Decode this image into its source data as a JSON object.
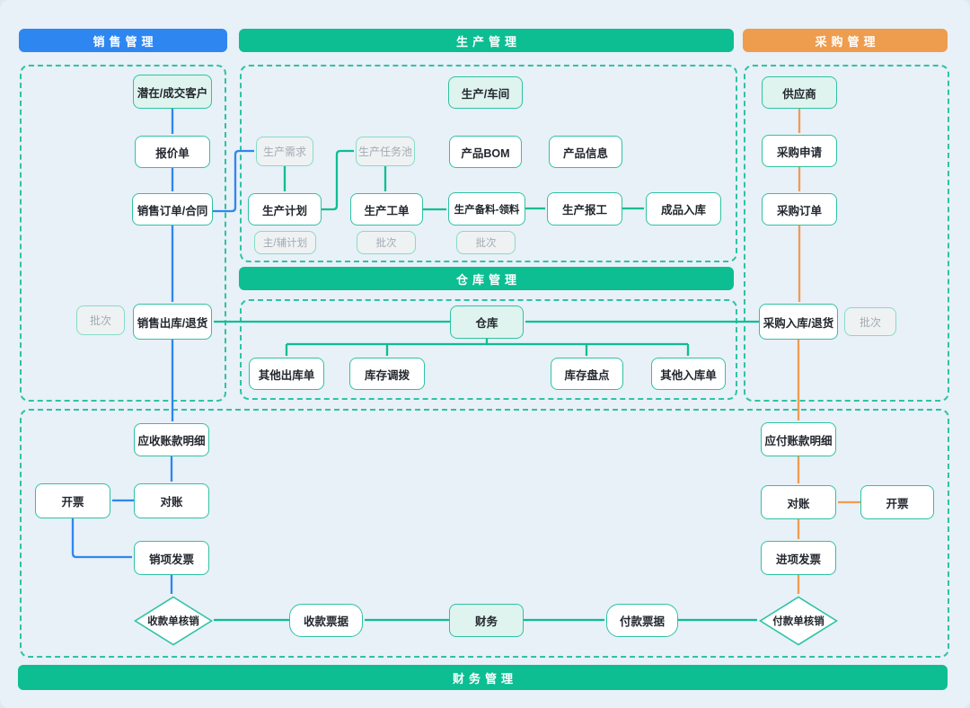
{
  "headers": {
    "sales": "销售管理",
    "production": "生产管理",
    "purchase": "采购管理",
    "warehouse": "仓库管理",
    "finance": "财务管理"
  },
  "colors": {
    "bg": "#E8F0F8",
    "blue": "#2E86F0",
    "green": "#0CBE92",
    "orange": "#EE9C4E",
    "orange_arrow": "#F09B51",
    "teal_border": "#2EC3A3",
    "mint_fill": "#DFF4EE"
  },
  "nodes": {
    "customer": {
      "label": "潜在/成交客户"
    },
    "quote": {
      "label": "报价单"
    },
    "sales_order": {
      "label": "销售订单/合同"
    },
    "batch_sales": {
      "label": "批次"
    },
    "sales_out": {
      "label": "销售出库/退货"
    },
    "workshop": {
      "label": "生产/车间"
    },
    "prod_demand": {
      "label": "生产需求"
    },
    "task_pool": {
      "label": "生产任务池"
    },
    "product_bom": {
      "label": "产品BOM"
    },
    "product_info": {
      "label": "产品信息"
    },
    "prod_plan": {
      "label": "生产计划"
    },
    "work_order": {
      "label": "生产工单"
    },
    "material_prep": {
      "label": "生产备料-领料"
    },
    "prod_report": {
      "label": "生产报工"
    },
    "finished_in": {
      "label": "成品入库"
    },
    "main_aux_plan": {
      "label": "主/辅计划"
    },
    "batch_workorder": {
      "label": "批次"
    },
    "batch_material": {
      "label": "批次"
    },
    "warehouse": {
      "label": "仓库"
    },
    "other_out": {
      "label": "其他出库单"
    },
    "stock_transfer": {
      "label": "库存调拨"
    },
    "stock_check": {
      "label": "库存盘点"
    },
    "other_in": {
      "label": "其他入库单"
    },
    "supplier": {
      "label": "供应商"
    },
    "purchase_request": {
      "label": "采购申请"
    },
    "purchase_order": {
      "label": "采购订单"
    },
    "purchase_in": {
      "label": "采购入库/退货"
    },
    "batch_purchase": {
      "label": "批次"
    },
    "ar_detail": {
      "label": "应收账款明细"
    },
    "invoice_left": {
      "label": "开票"
    },
    "recon_left": {
      "label": "对账"
    },
    "sales_invoice": {
      "label": "销项发票"
    },
    "receipt_verify": {
      "label": "收款单核销"
    },
    "receipt_note": {
      "label": "收款票据"
    },
    "finance_hub": {
      "label": "财务"
    },
    "payment_note": {
      "label": "付款票据"
    },
    "ap_detail": {
      "label": "应付账款明细"
    },
    "recon_right": {
      "label": "对账"
    },
    "invoice_right": {
      "label": "开票"
    },
    "purchase_invoice": {
      "label": "进项发票"
    },
    "payment_verify": {
      "label": "付款单核销"
    }
  }
}
